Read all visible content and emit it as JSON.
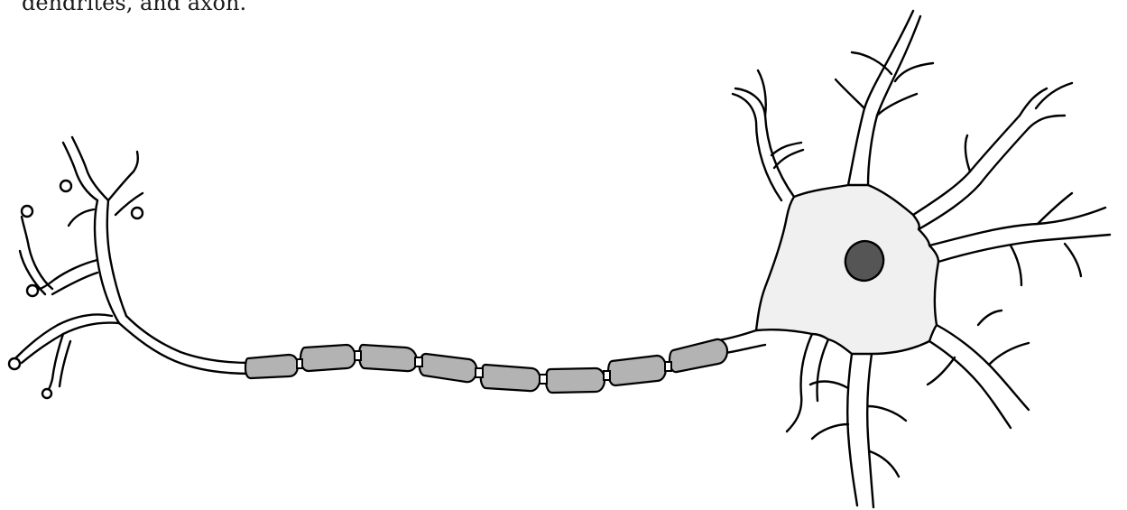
{
  "caption": {
    "text": "dendrites, and axon."
  },
  "diagram": {
    "subject": "neuron",
    "parts": [
      "dendrites",
      "cell-body",
      "nucleus",
      "axon",
      "myelin-sheath",
      "nodes-of-ranvier",
      "axon-terminals"
    ],
    "colors": {
      "cell_body": "#f0f0f0",
      "nucleus": "#555555",
      "myelin": "#b3b3b3",
      "outline": "#000000"
    },
    "myelin_segment_count": 8
  }
}
